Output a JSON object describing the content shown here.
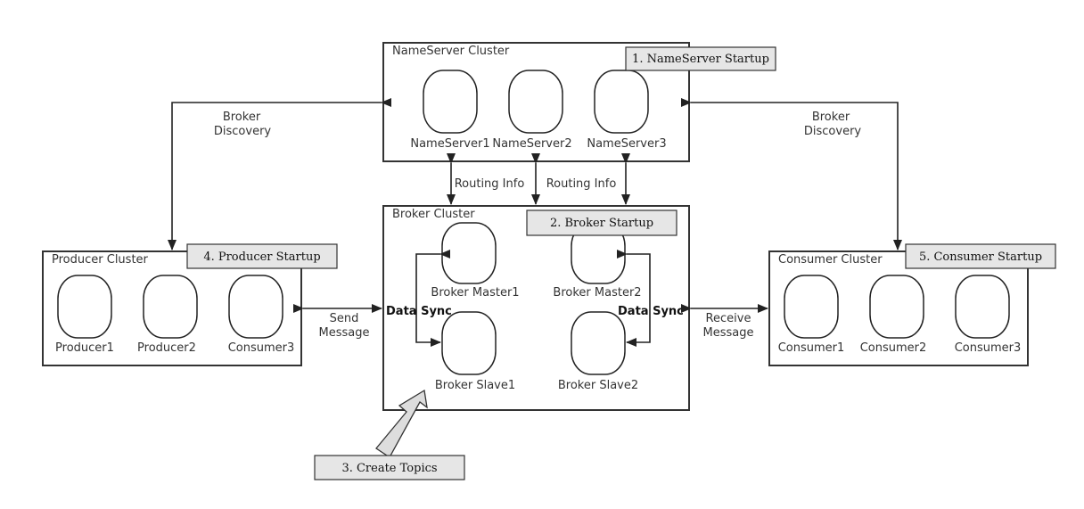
{
  "clusters": {
    "nameserver": {
      "title": "NameServer Cluster",
      "nodes": [
        "NameServer1",
        "NameServer2",
        "NameServer3"
      ]
    },
    "broker": {
      "title": "Broker Cluster",
      "nodes": [
        "Broker Master1",
        "Broker Master2",
        "Broker Slave1",
        "Broker Slave2"
      ]
    },
    "producer": {
      "title": "Producer Cluster",
      "nodes": [
        "Producer1",
        "Producer2",
        "Consumer3"
      ]
    },
    "consumer": {
      "title": "Consumer Cluster",
      "nodes": [
        "Consumer1",
        "Consumer2",
        "Consumer3"
      ]
    }
  },
  "steps": {
    "nameserver_startup": "1. NameServer Startup",
    "broker_startup": "2. Broker Startup",
    "create_topics": "3. Create Topics",
    "producer_startup": "4. Producer Startup",
    "consumer_startup": "5. Consumer Startup"
  },
  "edge_labels": {
    "broker_discovery_left": [
      "Broker",
      "Discovery"
    ],
    "broker_discovery_right": [
      "Broker",
      "Discovery"
    ],
    "routing_info_left": "Routing Info",
    "routing_info_right": "Routing Info",
    "send_message": [
      "Send",
      "Message"
    ],
    "receive_message": [
      "Receive",
      "Message"
    ],
    "data_sync_left": "Data Sync",
    "data_sync_right": "Data Sync"
  }
}
